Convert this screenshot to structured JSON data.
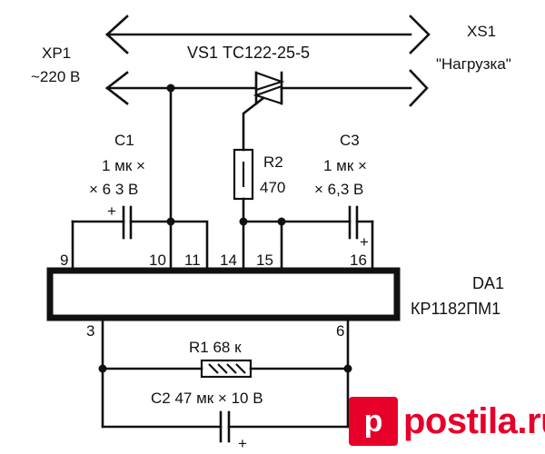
{
  "labels": {
    "xp1": "XP1",
    "xp1_voltage": "~220 В",
    "vs1": "VS1 ТС122-25-5",
    "xs1": "XS1",
    "xs1_load": "\"Нагрузка\"",
    "c1_name": "C1",
    "c1_value_1": "1 мк ×",
    "c1_value_2": "× 6 3 В",
    "r2_name": "R2",
    "r2_value": "470",
    "c3_name": "C3",
    "c3_value_1": "1 мк ×",
    "c3_value_2": "× 6,3 В",
    "da1_name": "DA1",
    "da1_part": "КР1182ПМ1",
    "r1": "R1 68 к",
    "c2": "C2 47 мк × 10 В",
    "plus": "+"
  },
  "pins": {
    "p9": "9",
    "p10": "10",
    "p11": "11",
    "p14": "14",
    "p15": "15",
    "p16": "16",
    "p3": "3",
    "p6": "6"
  },
  "watermark": {
    "icon_letter": "p",
    "text": "postila.ru",
    "color": "#e6002a"
  }
}
